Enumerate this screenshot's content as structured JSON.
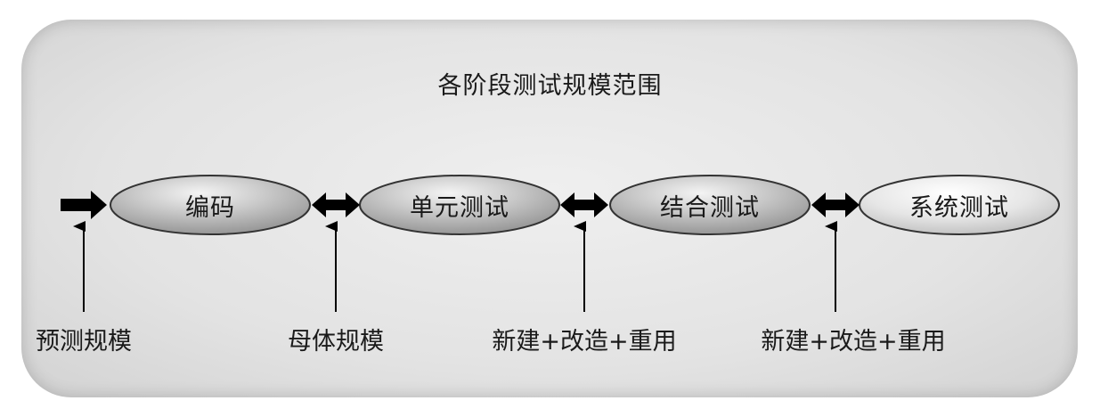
{
  "diagram": {
    "title": "各阶段测试规模范围",
    "stages": [
      {
        "label": "编码"
      },
      {
        "label": "单元测试"
      },
      {
        "label": "结合测试"
      },
      {
        "label": "系统测试"
      }
    ],
    "bottom_labels": [
      {
        "text": "预测规模"
      },
      {
        "text": "母体规模"
      },
      {
        "text": "新建+改造+重用"
      },
      {
        "text": "新建+改造+重用"
      }
    ]
  }
}
